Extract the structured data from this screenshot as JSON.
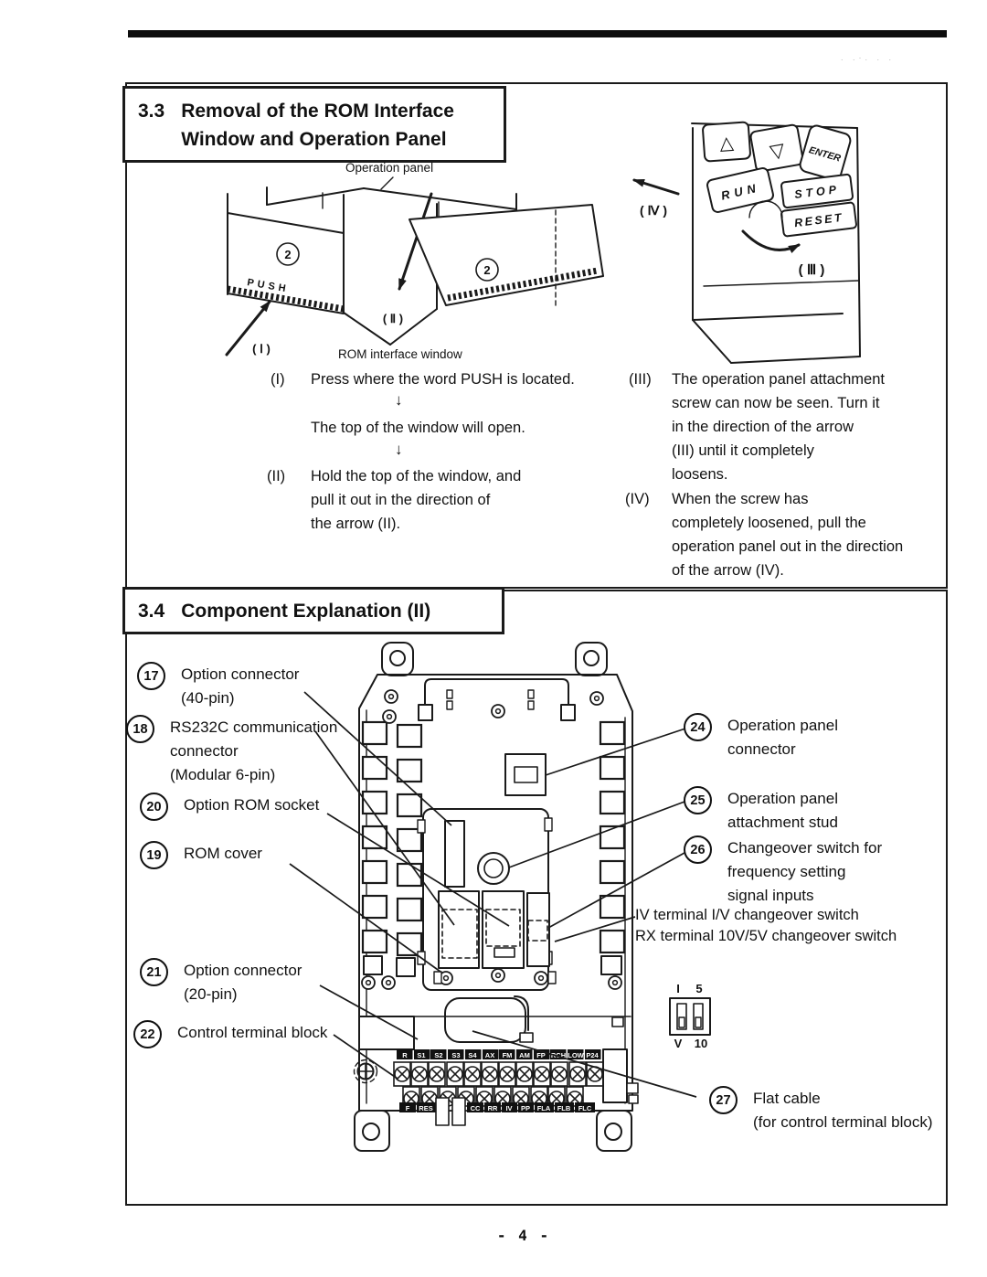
{
  "page": {
    "footer": "- 4 -",
    "noise": ". .·. . ."
  },
  "s33": {
    "num": "3.3",
    "title_line1": "Removal of the ROM Interface",
    "title_line2": "Window and Operation Panel",
    "fig": {
      "op_panel_label": "Operation panel",
      "rom_window_label": "ROM interface window",
      "push": "PUSH",
      "badge": "2",
      "l1": "( Ⅰ )",
      "l2": "( Ⅱ )",
      "l3": "( Ⅲ )",
      "l4": "( Ⅳ )",
      "key_up": "△",
      "key_down": "▽",
      "key_enter": "ENTER",
      "key_run": "RUN",
      "key_stop": "STOP",
      "key_reset": "RESET"
    },
    "steps": {
      "s1_label": "(I)",
      "s1_text": "Press where the word PUSH is located.",
      "arrow": "↓",
      "s1_result": "The top of the window will open.",
      "s2_label": "(II)",
      "s2_text": "Hold the top of the window, and\npull it out in the direction of\nthe arrow (II).",
      "s3_label": "(III)",
      "s3_text": "The operation panel attachment\nscrew can now be seen. Turn it\nin the direction of the arrow\n(III) until it completely\nloosens.",
      "s4_label": "(IV)",
      "s4_text": "When the screw has\ncompletely loosened, pull the\noperation panel out in the direction\nof the arrow (IV)."
    }
  },
  "s34": {
    "num": "3.4",
    "title": "Component Explanation (II)",
    "callouts": {
      "c17": {
        "n": "17",
        "t": "Option connector\n(40-pin)"
      },
      "c18": {
        "n": "18",
        "t": "RS232C communication\nconnector\n(Modular 6-pin)"
      },
      "c20": {
        "n": "20",
        "t": "Option ROM socket"
      },
      "c19": {
        "n": "19",
        "t": "ROM cover"
      },
      "c21": {
        "n": "21",
        "t": "Option connector\n(20-pin)"
      },
      "c22": {
        "n": "22",
        "t": "Control terminal block"
      },
      "c24": {
        "n": "24",
        "t": "Operation panel\nconnector"
      },
      "c25": {
        "n": "25",
        "t": "Operation panel\nattachment stud"
      },
      "c26": {
        "n": "26",
        "t": "Changeover switch for\nfrequency setting\nsignal inputs"
      },
      "c27": {
        "n": "27",
        "t": "Flat cable\n(for control terminal block)"
      }
    },
    "note1": "IV terminal I/V changeover switch",
    "note2": "RX terminal 10V/5V changeover switch",
    "dip": {
      "tl": "I",
      "tr": "5",
      "bl": "V",
      "br": "10"
    },
    "terminals_top": [
      "R",
      "S1",
      "S2",
      "S3",
      "S4",
      "AX",
      "FM",
      "AM",
      "FP",
      "RCH",
      "LOW",
      "P24"
    ],
    "terminals_bottom": [
      "F",
      "RES",
      "CC",
      "RR",
      "IV",
      "PP",
      "FLA",
      "FLB",
      "FLC"
    ]
  }
}
